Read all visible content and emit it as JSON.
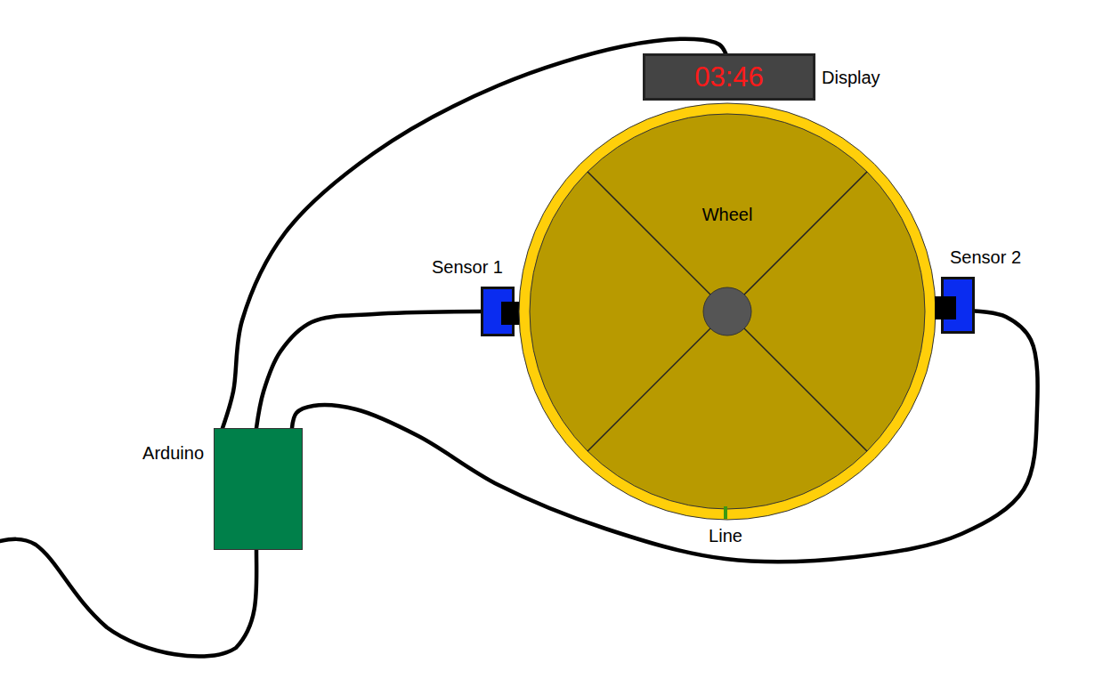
{
  "diagram": {
    "nodes": [
      {
        "text": [
          "03:46",
          "Display"
        ]
      },
      {
        "text": [
          "Sensor 1"
        ]
      },
      {
        "text": [
          "Wheel"
        ]
      },
      {
        "text": [
          "Sensor 2"
        ]
      },
      {
        "text": [
          "Arduino"
        ]
      }
    ],
    "edges": [
      {
        "from": 4,
        "to": 0,
        "arrow": "none"
      },
      {
        "from": 4,
        "to": 1,
        "arrow": "none"
      },
      {
        "from": 4,
        "to": 3,
        "arrow": "none"
      }
    ],
    "labels": [
      "Line"
    ]
  }
}
